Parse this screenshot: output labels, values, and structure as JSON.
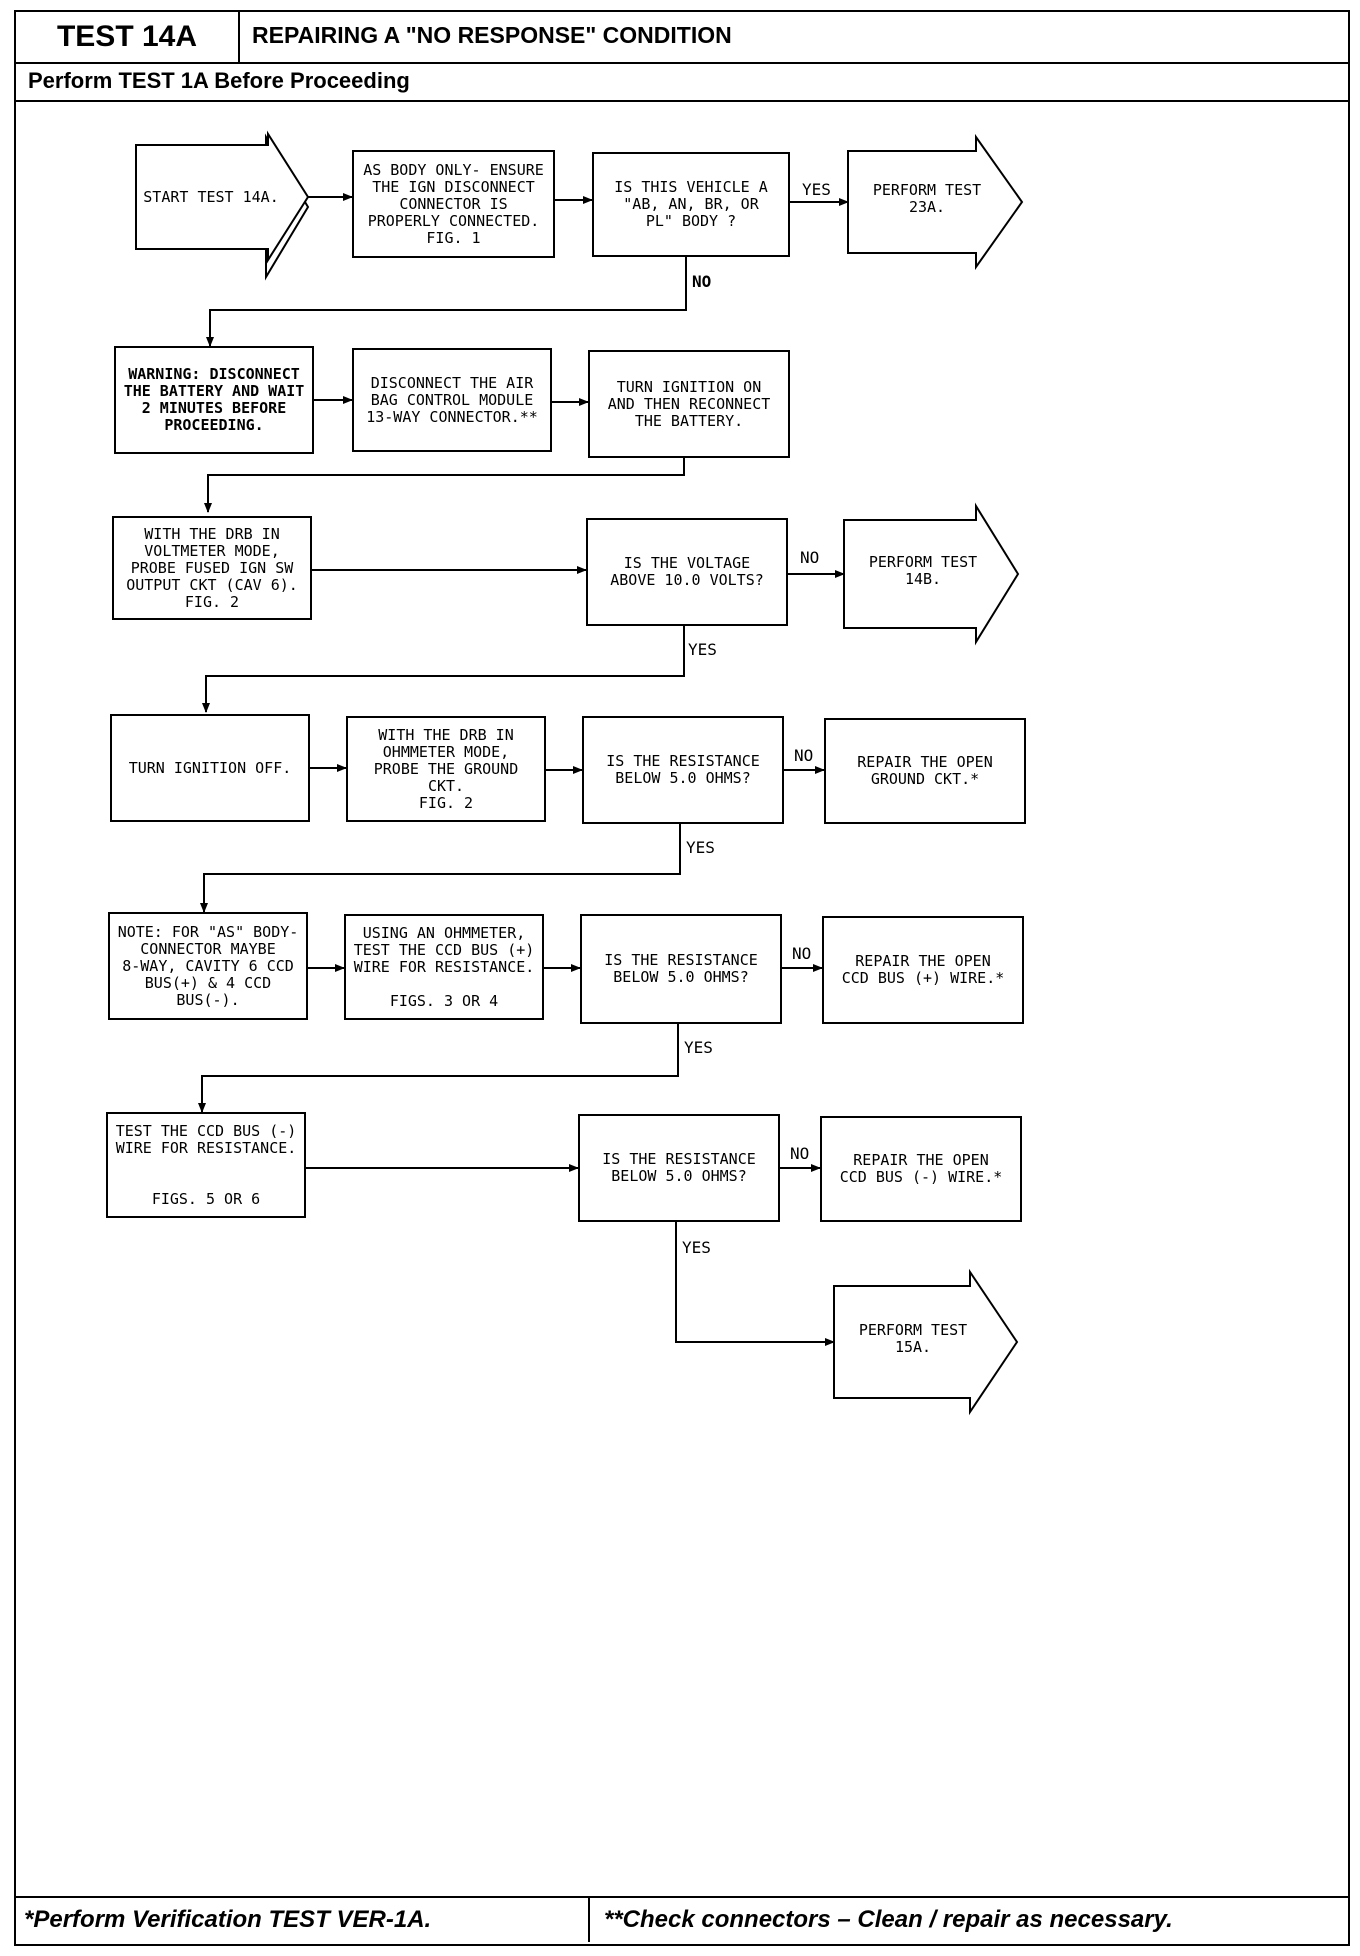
{
  "header": {
    "test_id": "TEST 14A",
    "title": "REPAIRING A \"NO RESPONSE\" CONDITION",
    "prerequisite": "Perform TEST 1A Before Proceeding"
  },
  "flow": {
    "start": "START TEST 14A.",
    "as_body_check": "AS BODY ONLY- ENSURE\nTHE IGN DISCONNECT\nCONNECTOR IS\nPROPERLY CONNECTED.\nFIG. 1",
    "q_vehicle": "IS THIS VEHICLE A\n\"AB, AN, BR, OR\nPL\" BODY ?",
    "perform_23a": "PERFORM TEST\n23A.",
    "warning": "WARNING: DISCONNECT\nTHE BATTERY AND WAIT\n2 MINUTES BEFORE\nPROCEEDING.",
    "disconnect_module": "DISCONNECT THE AIR\nBAG CONTROL MODULE\n13-WAY CONNECTOR.**",
    "ignition_on": "TURN IGNITION ON\nAND THEN RECONNECT\nTHE BATTERY.",
    "drb_voltmeter": "WITH THE DRB IN\nVOLTMETER MODE,\nPROBE FUSED IGN SW\nOUTPUT CKT (CAV 6).\nFIG. 2",
    "q_voltage": "IS THE VOLTAGE\nABOVE 10.0 VOLTS?",
    "perform_14b": "PERFORM TEST\n14B.",
    "ignition_off": "TURN IGNITION OFF.",
    "drb_ohmmeter": "WITH THE DRB IN\nOHMMETER MODE,\nPROBE THE GROUND\nCKT.\nFIG. 2",
    "q_res_ground": "IS THE RESISTANCE\nBELOW 5.0 OHMS?",
    "repair_ground": "REPAIR THE OPEN\nGROUND CKT.*",
    "note_as_body": "NOTE: FOR \"AS\" BODY-\nCONNECTOR MAYBE\n8-WAY, CAVITY 6 CCD\nBUS(+) & 4 CCD\nBUS(-).",
    "test_bus_plus": "USING AN OHMMETER,\nTEST THE CCD BUS (+)\nWIRE FOR RESISTANCE.\n\nFIGS. 3 OR 4",
    "q_res_bus_plus": "IS THE RESISTANCE\nBELOW 5.0 OHMS?",
    "repair_bus_plus": "REPAIR THE OPEN\nCCD BUS (+) WIRE.*",
    "test_bus_minus": "TEST THE CCD BUS (-)\nWIRE FOR RESISTANCE.\n\n\nFIGS. 5 OR 6",
    "q_res_bus_minus": "IS THE RESISTANCE\nBELOW 5.0 OHMS?",
    "repair_bus_minus": "REPAIR THE OPEN\nCCD BUS (-) WIRE.*",
    "perform_15a": "PERFORM TEST\n15A.",
    "labels": {
      "yes": "YES",
      "no": "NO"
    }
  },
  "footer": {
    "verification": "*Perform Verification TEST VER-1A.",
    "connectors": "**Check connectors – Clean / repair as necessary."
  }
}
